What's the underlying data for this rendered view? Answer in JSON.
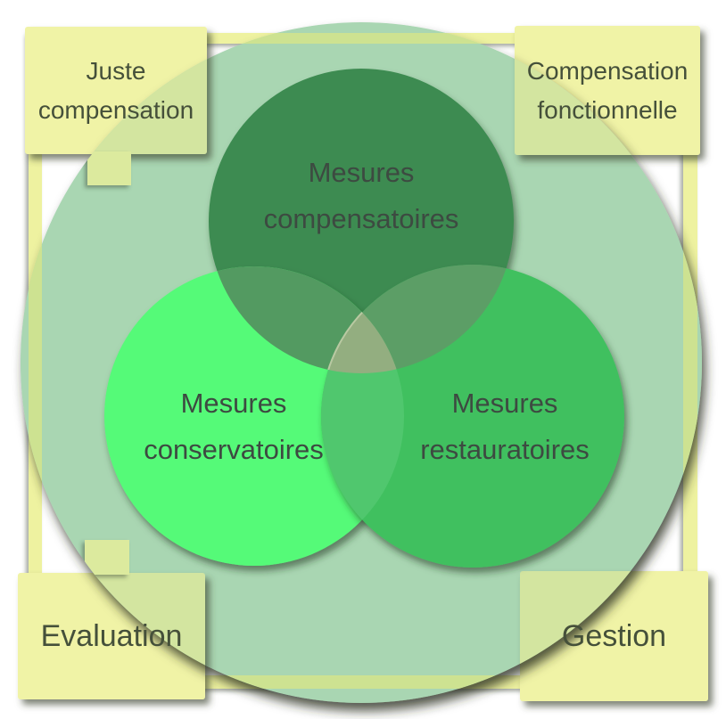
{
  "diagram_type": "venn-diagram",
  "corner_labels": {
    "top_left": {
      "line1": "Juste",
      "line2": "compensation"
    },
    "top_right": {
      "line1": "Compensation",
      "line2": "fonctionnelle"
    },
    "bottom_left": {
      "text": "Evaluation"
    },
    "bottom_right": {
      "text": "Gestion"
    }
  },
  "circles": {
    "top": {
      "line1": "Mesures",
      "line2": "compensatoires"
    },
    "left": {
      "line1": "Mesures",
      "line2": "conservatoires"
    },
    "right": {
      "line1": "Mesures",
      "line2": "restauratoires"
    }
  },
  "colors": {
    "background": "#ffffff",
    "frame_yellow": "#eef2a0",
    "box_yellow": "#f0f3a6",
    "bar_mix": "#cde291",
    "box_mix": "#d3e5a0",
    "tab_mix": "#dcea9e",
    "outer_circle": "#a9d6b2",
    "top_circle": "#3e8b51",
    "left_circle": "#55fa78",
    "right_circle": "#3fc05f",
    "overlap_top_left": "#539a61",
    "overlap_top_right": "#5c9e66",
    "overlap_left_right": "#50c76e",
    "overlap_center": "#93ae80",
    "corner_text": "#45503a",
    "circle_text": "#3d4a41"
  }
}
